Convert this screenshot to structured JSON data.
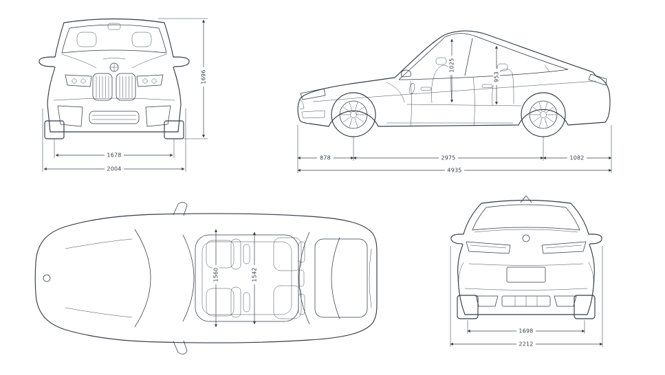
{
  "views": {
    "front": {
      "height": "1696",
      "track_width": "1678",
      "overall_width": "2004"
    },
    "side": {
      "headroom_front": "1025",
      "headroom_rear": "953",
      "front_overhang": "878",
      "wheelbase": "2975",
      "rear_overhang": "1082",
      "overall_length": "4935"
    },
    "top": {
      "interior_width_front": "1560",
      "interior_width_rear": "1542"
    },
    "rear": {
      "track_width": "1698",
      "overall_width": "2212"
    }
  },
  "colors": {
    "line": "#2f3a47",
    "background": "#ffffff"
  }
}
